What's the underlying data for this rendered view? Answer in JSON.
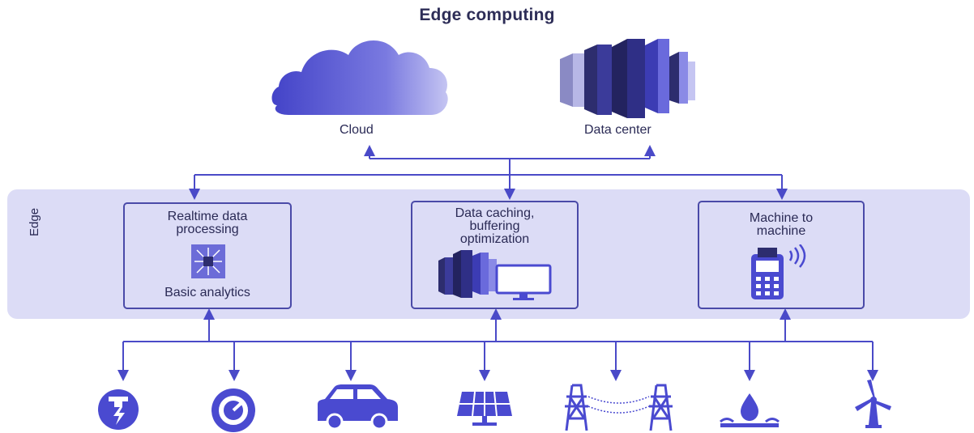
{
  "title": "Edge computing",
  "top": {
    "cloud_label": "Cloud",
    "datacenter_label": "Data center"
  },
  "edge": {
    "label": "Edge",
    "boxes": [
      {
        "lines": [
          "Realtime data",
          "processing"
        ],
        "footer": "Basic analytics",
        "icon": "processor-chip-icon"
      },
      {
        "lines": [
          "Data caching,",
          "buffering",
          "optimization"
        ],
        "icon": "server-monitor-icon"
      },
      {
        "lines": [
          "Machine to",
          "machine"
        ],
        "icon": "payment-terminal-icon"
      }
    ]
  },
  "devices": [
    {
      "icon": "smart-meter-icon"
    },
    {
      "icon": "gauge-sensor-icon"
    },
    {
      "icon": "car-icon"
    },
    {
      "icon": "solar-panel-icon"
    },
    {
      "icon": "power-transmission-tower-icon"
    },
    {
      "icon": "water-drop-icon"
    },
    {
      "icon": "wind-turbine-icon"
    }
  ],
  "colors": {
    "primary": "#4a4ad0",
    "line": "#4a4ac8",
    "edge_band": "#dcdcf6",
    "dark_navy": "#2d2d6e",
    "text": "#2a2a55"
  }
}
